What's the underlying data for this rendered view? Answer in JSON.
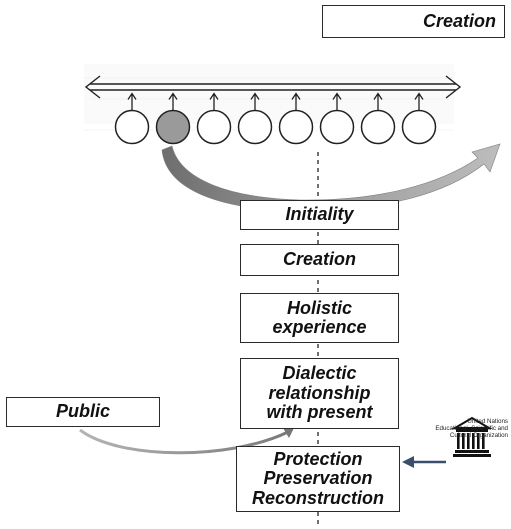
{
  "boxes": {
    "creation_top": "Creation",
    "initiality": "Initiality",
    "creation": "Creation",
    "holistic": [
      "Holistic",
      "experience"
    ],
    "dialectic": [
      "Dialectic",
      "relationship",
      "with present"
    ],
    "public": "Public",
    "protection": [
      "Protection",
      "Preservation",
      "Reconstruction"
    ]
  },
  "unesco": {
    "logo_text": "UNESCO",
    "caption": [
      "United Nations",
      "Educational, Scientific and",
      "Cultural Organization"
    ]
  },
  "timeline": {
    "circle_count": 8,
    "highlighted_index": 1
  },
  "colors": {
    "highlight_circle": "#9a9a9a",
    "curved_arrow": "#8c8c8c",
    "small_arrow": "#3a4f6e",
    "border": "#2a2a2a"
  }
}
